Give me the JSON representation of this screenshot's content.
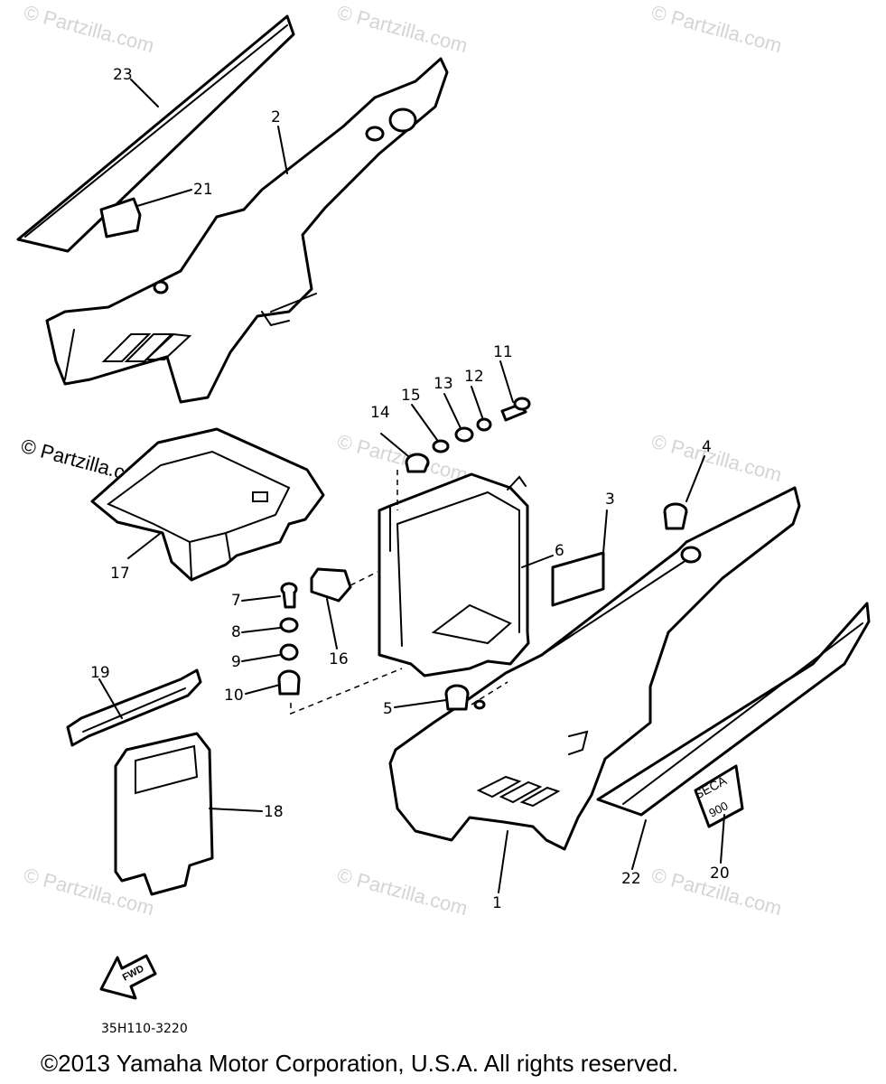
{
  "watermark": "© Partzilla.com",
  "callouts": [
    "1",
    "2",
    "3",
    "4",
    "5",
    "6",
    "7",
    "8",
    "9",
    "10",
    "11",
    "12",
    "13",
    "14",
    "15",
    "16",
    "17",
    "18",
    "19",
    "20",
    "21",
    "22",
    "23"
  ],
  "emblem": {
    "line1": "SECA",
    "line2": "900"
  },
  "arrow_label": "FWD",
  "diagram_code": "35H110-3220",
  "copyright": "©2013 Yamaha Motor Corporation, U.S.A. All rights reserved."
}
